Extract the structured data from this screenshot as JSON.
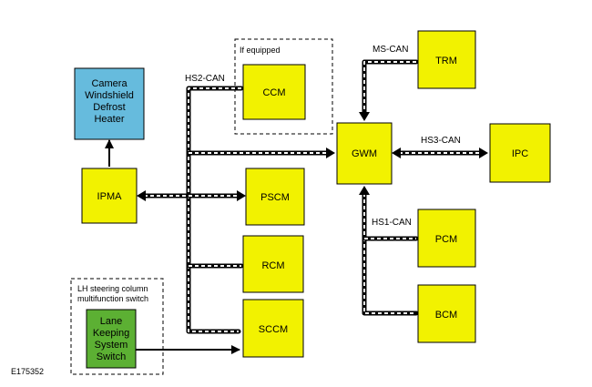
{
  "colors": {
    "module": "#f2f200",
    "camera": "#66bbdd",
    "lane": "#5cb033"
  },
  "modules": {
    "camera": [
      "Camera",
      "Windshield",
      "Defrost",
      "Heater"
    ],
    "ipma": "IPMA",
    "ccm": "CCM",
    "pscm": "PSCM",
    "rcm": "RCM",
    "sccm": "SCCM",
    "gwm": "GWM",
    "trm": "TRM",
    "ipc": "IPC",
    "pcm": "PCM",
    "bcm": "BCM",
    "lane": [
      "Lane",
      "Keeping",
      "System",
      "Switch"
    ]
  },
  "labels": {
    "if_equipped": "If equipped",
    "hs2": "HS2-CAN",
    "ms": "MS-CAN",
    "hs3": "HS3-CAN",
    "hs1": "HS1-CAN",
    "lh_switch": [
      "LH steering column",
      "multifunction switch"
    ],
    "figure_id": "E175352"
  }
}
